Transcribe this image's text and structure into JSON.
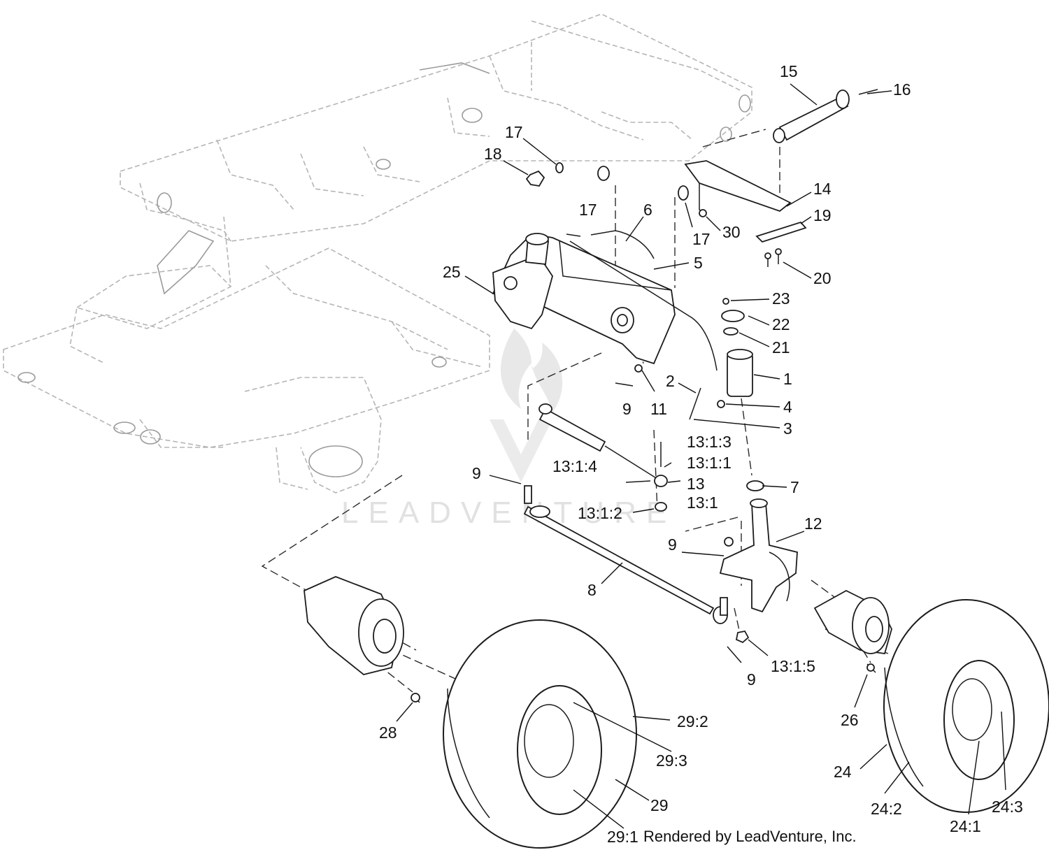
{
  "diagram": {
    "credit": "Rendered by LeadVenture, Inc.",
    "watermark_text": "LEADVENTURE",
    "callouts": [
      {
        "id": "c-15",
        "label": "15"
      },
      {
        "id": "c-16",
        "label": "16"
      },
      {
        "id": "c-17a",
        "label": "17"
      },
      {
        "id": "c-18",
        "label": "18"
      },
      {
        "id": "c-17b",
        "label": "17"
      },
      {
        "id": "c-14",
        "label": "14"
      },
      {
        "id": "c-19",
        "label": "19"
      },
      {
        "id": "c-17c",
        "label": "17"
      },
      {
        "id": "c-30",
        "label": "30"
      },
      {
        "id": "c-6",
        "label": "6"
      },
      {
        "id": "c-5",
        "label": "5"
      },
      {
        "id": "c-20",
        "label": "20"
      },
      {
        "id": "c-25",
        "label": "25"
      },
      {
        "id": "c-23",
        "label": "23"
      },
      {
        "id": "c-22",
        "label": "22"
      },
      {
        "id": "c-21",
        "label": "21"
      },
      {
        "id": "c-1",
        "label": "1"
      },
      {
        "id": "c-2",
        "label": "2"
      },
      {
        "id": "c-4",
        "label": "4"
      },
      {
        "id": "c-9a",
        "label": "9"
      },
      {
        "id": "c-11",
        "label": "11"
      },
      {
        "id": "c-3",
        "label": "3"
      },
      {
        "id": "c-13-1-3",
        "label": "13:1:3"
      },
      {
        "id": "c-13-1-1",
        "label": "13:1:1"
      },
      {
        "id": "c-13-1-4",
        "label": "13:1:4"
      },
      {
        "id": "c-9b",
        "label": "9"
      },
      {
        "id": "c-13",
        "label": "13"
      },
      {
        "id": "c-7",
        "label": "7"
      },
      {
        "id": "c-13-1",
        "label": "13:1"
      },
      {
        "id": "c-13-1-2",
        "label": "13:1:2"
      },
      {
        "id": "c-12",
        "label": "12"
      },
      {
        "id": "c-9c",
        "label": "9"
      },
      {
        "id": "c-8",
        "label": "8"
      },
      {
        "id": "c-13-1-5",
        "label": "13:1:5"
      },
      {
        "id": "c-9d",
        "label": "9"
      },
      {
        "id": "c-26",
        "label": "26"
      },
      {
        "id": "c-28",
        "label": "28"
      },
      {
        "id": "c-29-2",
        "label": "29:2"
      },
      {
        "id": "c-29-3",
        "label": "29:3"
      },
      {
        "id": "c-24",
        "label": "24"
      },
      {
        "id": "c-29",
        "label": "29"
      },
      {
        "id": "c-24-2",
        "label": "24:2"
      },
      {
        "id": "c-24-3",
        "label": "24:3"
      },
      {
        "id": "c-24-1",
        "label": "24:1"
      },
      {
        "id": "c-29-1",
        "label": "29:1"
      }
    ]
  }
}
